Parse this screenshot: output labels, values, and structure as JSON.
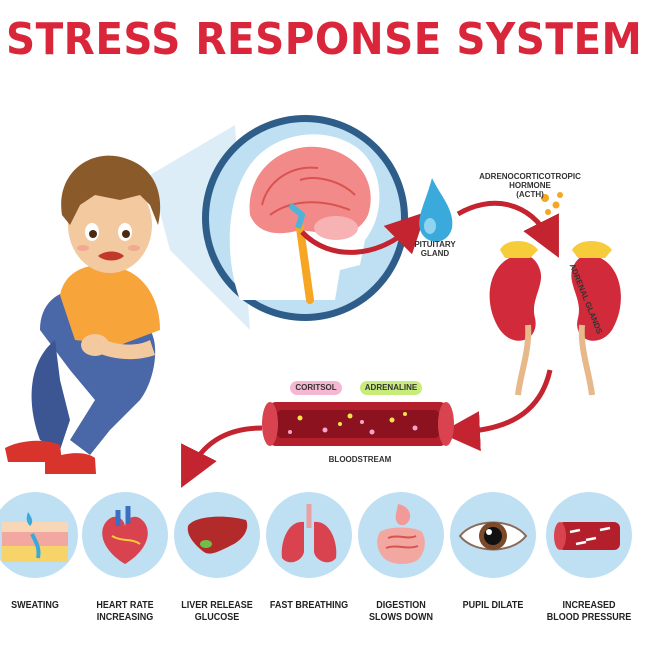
{
  "title": "STRESS RESPONSE SYSTEM",
  "labels": {
    "pituitary": "PITUITARY GLAND",
    "acth_line1": "ADRENOCORTICOTROPIC",
    "acth_line2": "HORMONE",
    "acth_line3": "(ACTH)",
    "adrenal": "ADRENAL GLANDS",
    "cortisol": "CORITSOL",
    "adrenaline": "ADRENALINE",
    "bloodstream": "BLOODSTREAM"
  },
  "effects": [
    {
      "line1": "SWEATING",
      "line2": "",
      "icon": "skin-sweat-icon"
    },
    {
      "line1": "HEART RATE",
      "line2": "INCREASING",
      "icon": "heart-icon"
    },
    {
      "line1": "LIVER RELEASE",
      "line2": "GLUCOSE",
      "icon": "liver-icon"
    },
    {
      "line1": "FAST BREATHING",
      "line2": "",
      "icon": "lungs-icon"
    },
    {
      "line1": "DIGESTION",
      "line2": "SLOWS DOWN",
      "icon": "intestine-icon"
    },
    {
      "line1": "PUPIL DILATE",
      "line2": "",
      "icon": "eye-icon"
    },
    {
      "line1": "INCREASED",
      "line2": "BLOOD PRESSURE",
      "icon": "blood-vessel-icon"
    }
  ],
  "colors": {
    "title": "#d9263a",
    "arrow": "#c3242f",
    "circle_bg": "#bfe0f3",
    "cortisol_tag": "#f6b7d2",
    "adrenaline_tag": "#c8ec7a",
    "vessel": "#b3202b"
  }
}
